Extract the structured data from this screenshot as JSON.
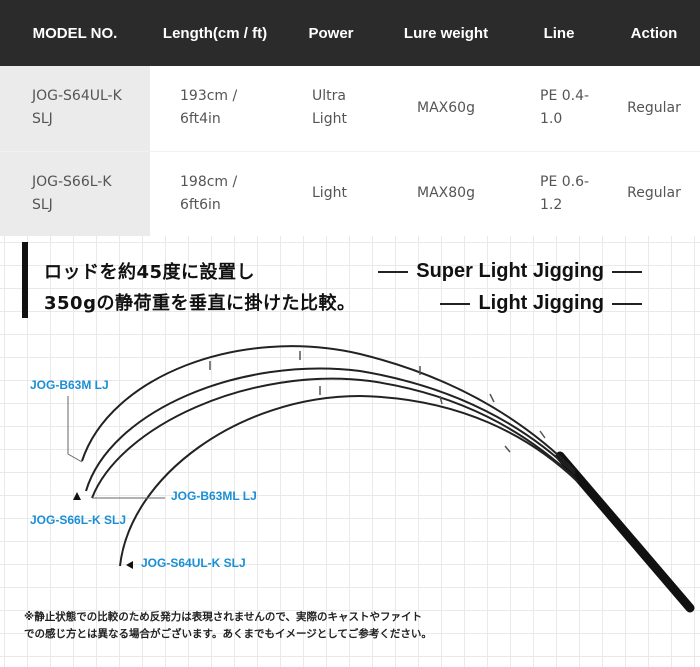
{
  "table": {
    "headers": [
      "MODEL NO.",
      "Length(cm / ft)",
      "Power",
      "Lure weight",
      "Line",
      "Action"
    ],
    "rows": [
      {
        "model": [
          "JOG-S64UL-K",
          "SLJ"
        ],
        "length": [
          "193cm /",
          "6ft4in"
        ],
        "power": [
          "Ultra",
          "Light"
        ],
        "lure_weight": "MAX60g",
        "line": [
          "PE 0.4-",
          "1.0"
        ],
        "action": "Regular"
      },
      {
        "model": [
          "JOG-S66L-K",
          "SLJ"
        ],
        "length": [
          "198cm /",
          "6ft6in"
        ],
        "power": [
          "Light"
        ],
        "lure_weight": "MAX80g",
        "line": [
          "PE 0.6-",
          "1.2"
        ],
        "action": "Regular"
      }
    ]
  },
  "bend_chart": {
    "caption_line1": "ロッドを約45度に設置し",
    "caption_line2": "350gの静荷重を垂直に掛けた比較。",
    "legend_super_light": "Super Light Jigging",
    "legend_light": "Light Jigging",
    "labels": {
      "b63m": "JOG-B63M LJ",
      "b63ml": "JOG-B63ML LJ",
      "s66l": "JOG-S66L-K SLJ",
      "s64ul": "JOG-S64UL-K SLJ"
    },
    "label_color": "#1a8fd6",
    "note_line1": "※静止状態での比較のため反発力は表現されませんので、実際のキャストやファイト",
    "note_line2": "での感じ方とは異なる場合がございます。あくまでもイメージとしてご参考ください。"
  }
}
